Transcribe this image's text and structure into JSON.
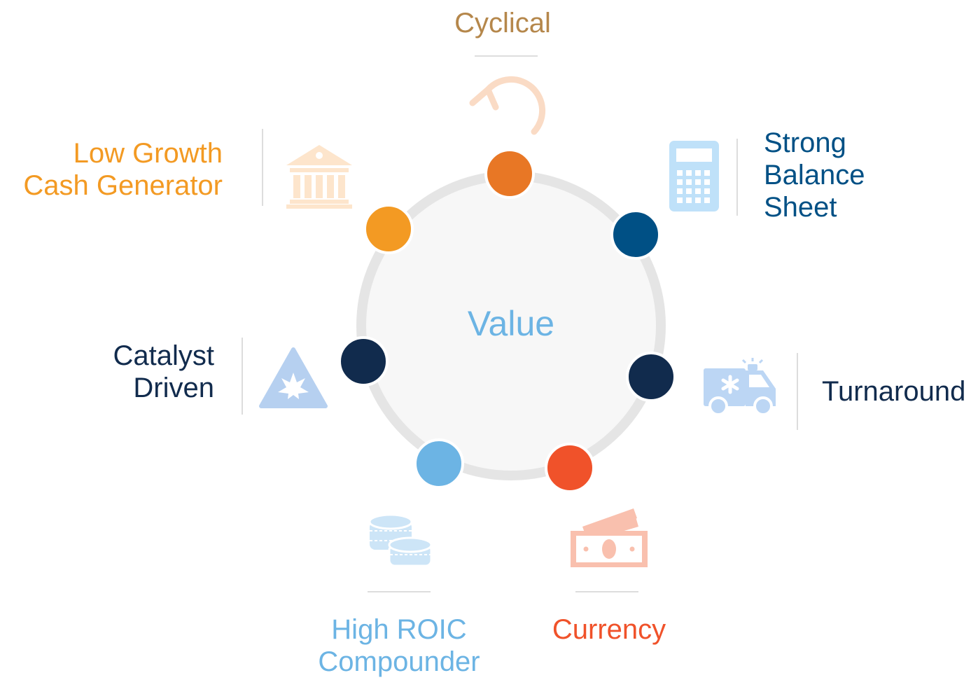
{
  "center": {
    "label": "Value",
    "color": "#6cb4e4"
  },
  "categories": [
    {
      "id": "cyclical",
      "lines": [
        "Cyclical"
      ],
      "text_color": "#b5874b",
      "dot_color": "#e87725",
      "icon": "circular-arrow-icon",
      "icon_color": "#fadbc5"
    },
    {
      "id": "strong-balance-sheet",
      "lines": [
        "Strong",
        "Balance",
        "Sheet"
      ],
      "text_color": "#005085",
      "dot_color": "#005085",
      "icon": "calculator-icon",
      "icon_color": "#bfe1f9"
    },
    {
      "id": "turnaround",
      "lines": [
        "Turnaround"
      ],
      "text_color": "#112b4d",
      "dot_color": "#112b4d",
      "icon": "ambulance-icon",
      "icon_color": "#bcd6f4"
    },
    {
      "id": "currency",
      "lines": [
        "Currency"
      ],
      "text_color": "#f0522a",
      "dot_color": "#f0522a",
      "icon": "banknotes-icon",
      "icon_color": "#f9c0ae"
    },
    {
      "id": "high-roic-compounder",
      "lines": [
        "High ROIC",
        "Compounder"
      ],
      "text_color": "#6cb4e4",
      "dot_color": "#6cb4e4",
      "icon": "coin-stacks-icon",
      "icon_color": "#cde5f7"
    },
    {
      "id": "catalyst-driven",
      "lines": [
        "Catalyst",
        "Driven"
      ],
      "text_color": "#112b4d",
      "dot_color": "#112b4d",
      "icon": "explosion-warning-icon",
      "icon_color": "#b6d0f0"
    },
    {
      "id": "low-growth-cash-generator",
      "lines": [
        "Low Growth",
        "Cash Generator"
      ],
      "text_color": "#f39a23",
      "dot_color": "#f39a23",
      "icon": "bank-building-icon",
      "icon_color": "#fde5cc"
    }
  ]
}
